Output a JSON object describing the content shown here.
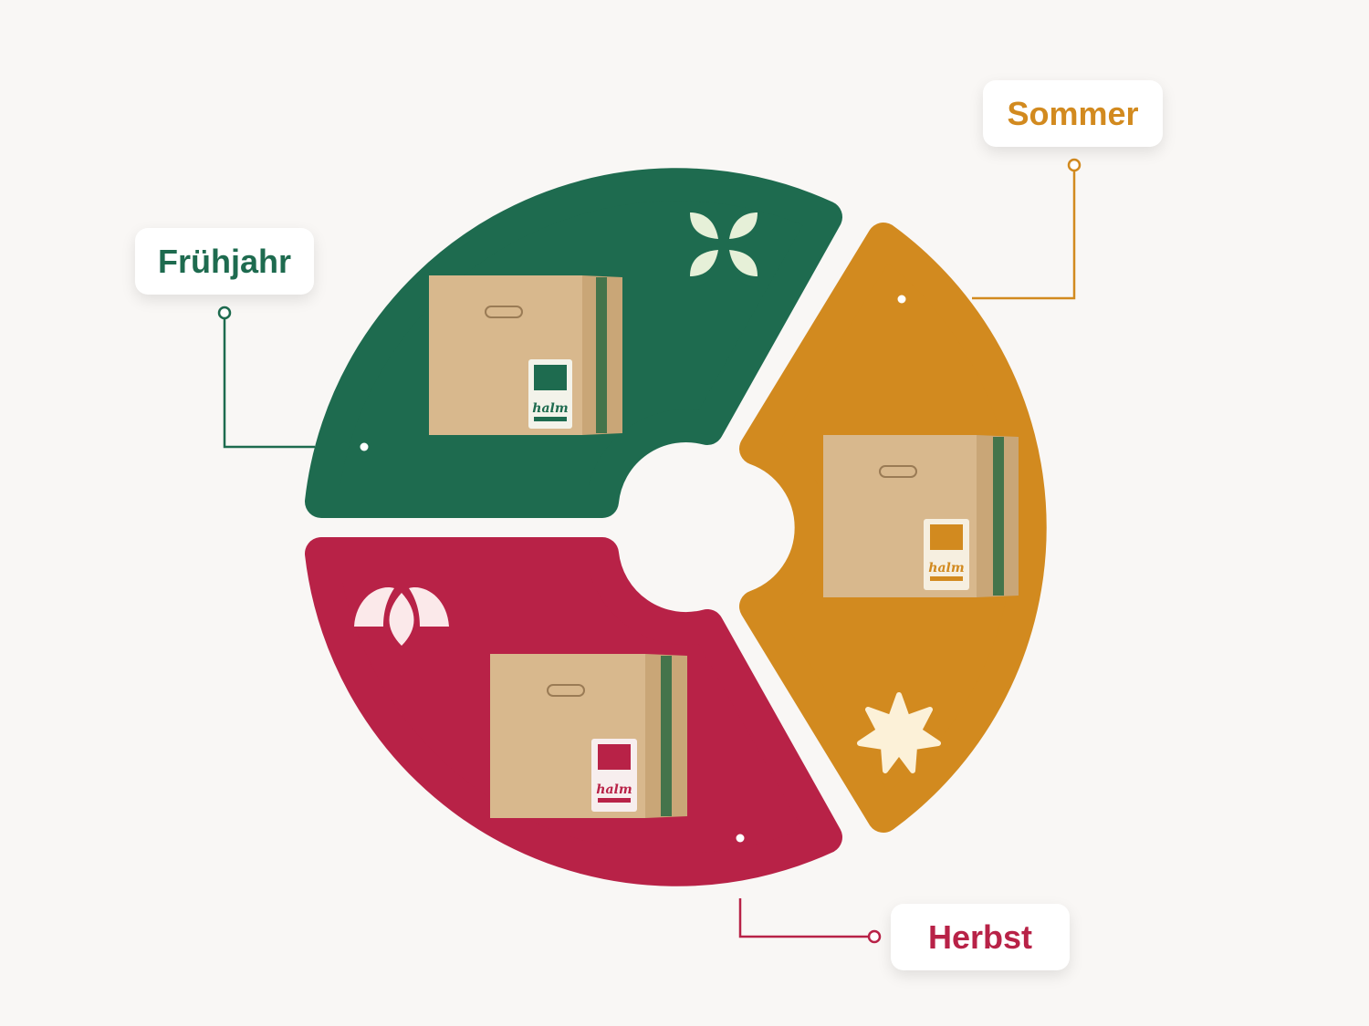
{
  "seasons": [
    {
      "name": "Frühjahr",
      "color": "#1e6b4f",
      "icon": "leaf-cross-icon",
      "brand": "halm"
    },
    {
      "name": "Sommer",
      "color": "#d28a1f",
      "icon": "flower-star-icon",
      "brand": "halm"
    },
    {
      "name": "Herbst",
      "color": "#b82247",
      "icon": "lotus-icon",
      "brand": "halm"
    }
  ]
}
